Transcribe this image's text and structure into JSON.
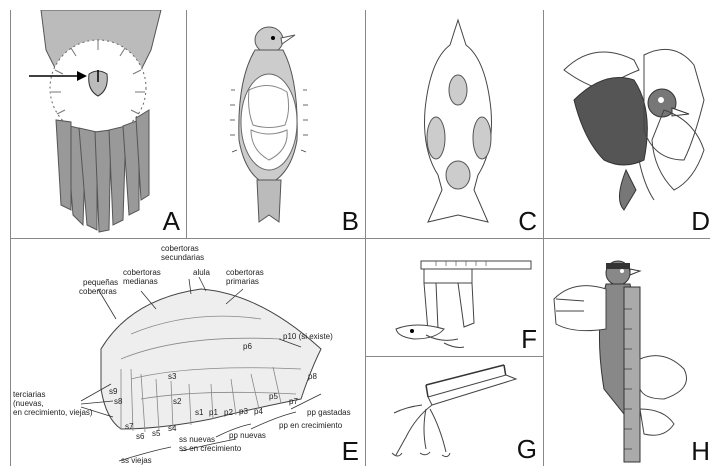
{
  "panels": {
    "a": {
      "letter": "A"
    },
    "b": {
      "letter": "B"
    },
    "c": {
      "letter": "C"
    },
    "d": {
      "letter": "D"
    },
    "e": {
      "letter": "E",
      "labels": {
        "pequenas": [
          "pequeñas",
          "cobertoras"
        ],
        "medianas": [
          "cobertoras",
          "medianas"
        ],
        "secundarias": [
          "cobertoras",
          "secundarias"
        ],
        "alula": "alula",
        "primarias": [
          "cobertoras",
          "primarias"
        ],
        "p10": "p10 (si existe)",
        "terciarias": [
          "terciarias",
          "(nuevas,",
          "en crecimiento, viejas)"
        ],
        "primaries": [
          "p6",
          "p5",
          "p8",
          "p7",
          "p4",
          "p3",
          "p2",
          "p1"
        ],
        "secondaries": [
          "s9",
          "s8",
          "s3",
          "s2",
          "s1",
          "s7",
          "s6",
          "s5",
          "s4"
        ],
        "pp_gastadas": "pp gastadas",
        "pp_crecimiento": "pp en crecimiento",
        "pp_nuevas": "pp nuevas",
        "ss_nuevas": "ss nuevas",
        "ss_crecimiento": "ss en crecimiento",
        "ss_viejas": "ss viejas"
      }
    },
    "f": {
      "letter": "F"
    },
    "g": {
      "letter": "G"
    },
    "h": {
      "letter": "H"
    }
  }
}
